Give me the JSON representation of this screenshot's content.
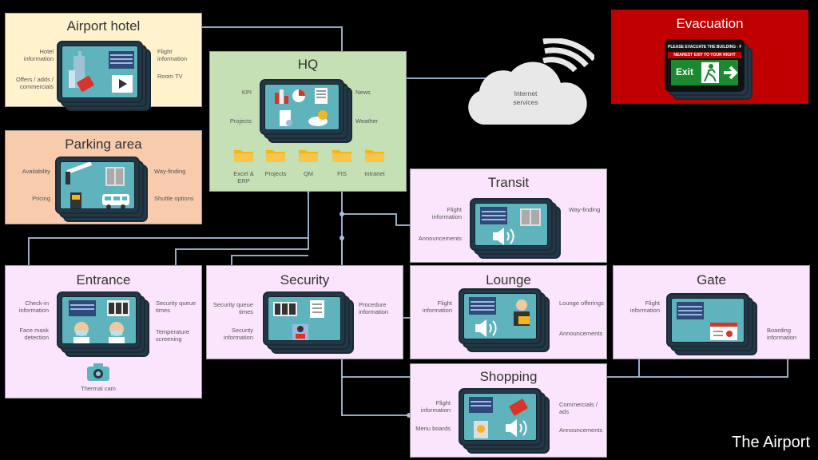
{
  "colors": {
    "hotel_bg": "#fff2cc",
    "parking_bg": "#f8cbad",
    "hq_bg": "#c5e0b4",
    "zone_bg": "#fbe5fc",
    "evac_bg": "#c00000",
    "screen": "#5fb3bd",
    "link": "#a9bfdc",
    "folder": "#f5b51c"
  },
  "airport_hotel": {
    "title": "Airport hotel",
    "left_labels": [
      "Hotel information",
      "Offers / adds / commercials"
    ],
    "right_labels": [
      "Flight information",
      "Room TV"
    ]
  },
  "parking": {
    "title": "Parking area",
    "left_labels": [
      "Availability",
      "Pricing"
    ],
    "right_labels": [
      "Way-finding",
      "Shuttle options"
    ]
  },
  "hq": {
    "title": "HQ",
    "left_labels": [
      "KPI",
      "Projects"
    ],
    "right_labels": [
      "News",
      "Weather"
    ],
    "folders": [
      "Excel & ERP",
      "Projects",
      "QM",
      "FIS",
      "Intranet"
    ]
  },
  "cloud": {
    "label": "Internet services"
  },
  "evacuation": {
    "title": "Evacuation",
    "banner": "PLEASE EVACUATE THE BUILDING - PLEASE",
    "subbanner": "NEAREST EXIT TO YOUR RIGHT",
    "exit": "Exit"
  },
  "transit": {
    "title": "Transit",
    "left_labels": [
      "Flight information",
      "Announcements"
    ],
    "right_labels": [
      "Way-finding"
    ]
  },
  "entrance": {
    "title": "Entrance",
    "left_labels": [
      "Check-in information",
      "Face mask detection"
    ],
    "right_labels": [
      "Security queue times",
      "Temperature screening"
    ],
    "bottom_label": "Thermal cam"
  },
  "security": {
    "title": "Security",
    "left_labels": [
      "Security queue times",
      "Security information"
    ],
    "right_labels": [
      "Procedure information"
    ]
  },
  "lounge": {
    "title": "Lounge",
    "left_labels": [
      "Flight information"
    ],
    "right_labels": [
      "Lounge offerings",
      "Announcements"
    ]
  },
  "gate": {
    "title": "Gate",
    "left_labels": [
      "Flight information"
    ],
    "right_labels": [
      "Boarding information"
    ]
  },
  "shopping": {
    "title": "Shopping",
    "left_labels": [
      "Flight information",
      "Menu boards"
    ],
    "right_labels": [
      "Commercials / ads",
      "Announcements"
    ]
  },
  "footer": {
    "title": "The Airport"
  }
}
